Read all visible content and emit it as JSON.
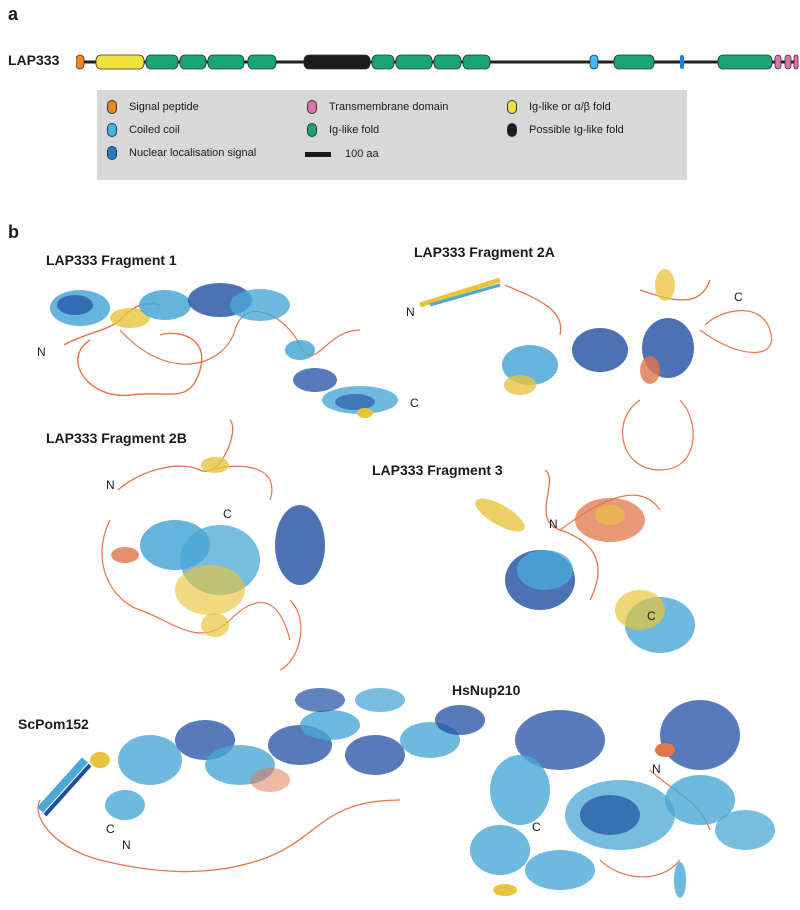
{
  "panel_a": {
    "letter": "a",
    "protein_name": "LAP333",
    "domains": [
      {
        "type": "signal",
        "start": 0,
        "end": 8
      },
      {
        "type": "igab",
        "start": 20,
        "end": 68
      },
      {
        "type": "ig",
        "start": 70,
        "end": 102
      },
      {
        "type": "ig",
        "start": 104,
        "end": 130
      },
      {
        "type": "ig",
        "start": 132,
        "end": 168
      },
      {
        "type": "ig",
        "start": 172,
        "end": 200
      },
      {
        "type": "possible",
        "start": 228,
        "end": 294
      },
      {
        "type": "ig",
        "start": 296,
        "end": 318
      },
      {
        "type": "ig",
        "start": 320,
        "end": 356
      },
      {
        "type": "ig",
        "start": 358,
        "end": 385
      },
      {
        "type": "ig",
        "start": 387,
        "end": 414
      },
      {
        "type": "coil",
        "start": 514,
        "end": 522
      },
      {
        "type": "ig",
        "start": 538,
        "end": 578
      },
      {
        "type": "nls",
        "start": 604,
        "end": 608
      },
      {
        "type": "ig",
        "start": 642,
        "end": 696
      },
      {
        "type": "tm",
        "start": 699,
        "end": 705
      },
      {
        "type": "tm",
        "start": 709,
        "end": 715
      },
      {
        "type": "tm",
        "start": 718,
        "end": 722
      }
    ],
    "colors": {
      "signal": "#f08a1e",
      "coil": "#3fb8ec",
      "nls": "#1f7fd0",
      "tm": "#e070b0",
      "ig": "#1aa374",
      "igab": "#f1e13c",
      "possible": "#1c1c1c",
      "line": "#222222"
    },
    "legend": {
      "signal": "Signal peptide",
      "coil": "Coiled coil",
      "nls": "Nuclear localisation signal",
      "tm": "Transmembrane domain",
      "ig": "Ig-like fold",
      "scale": "100 aa",
      "igab": "Ig-like or α/β fold",
      "possible": "Possible Ig-like fold"
    }
  },
  "panel_b": {
    "letter": "b",
    "structures": {
      "frag1": {
        "title": "LAP333 Fragment 1",
        "n": "N",
        "c": "C"
      },
      "frag2a": {
        "title": "LAP333 Fragment 2A",
        "n": "N",
        "c": "C"
      },
      "frag2b": {
        "title": "LAP333 Fragment 2B",
        "n": "N",
        "c": "C"
      },
      "frag3": {
        "title": "LAP333 Fragment 3",
        "n": "N",
        "c": "C"
      },
      "pom152": {
        "title": "ScPom152",
        "n": "N",
        "c": "C"
      },
      "nup210": {
        "title": "HsNup210",
        "n": "N",
        "c": "C"
      }
    },
    "palette": {
      "very_high": "#1f4fa3",
      "high": "#4aa7d6",
      "low": "#e8c43c",
      "very_low": "#e0764a"
    }
  }
}
